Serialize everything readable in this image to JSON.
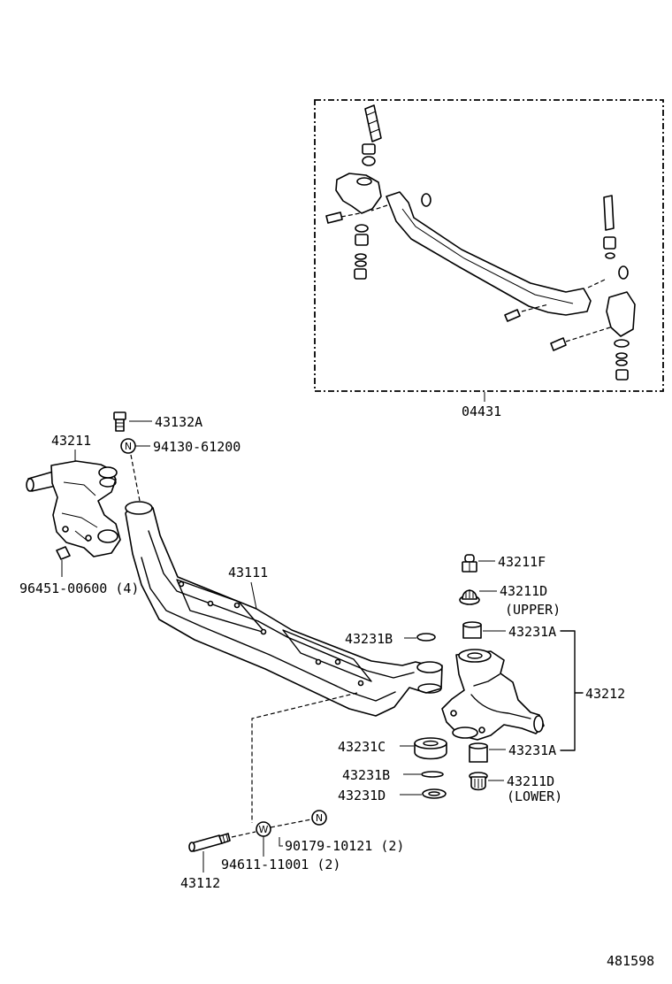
{
  "inset": {
    "assembly_label": "04431"
  },
  "callouts": {
    "bolt_top": "43132A",
    "knuckle_left": "43211",
    "nut_top": "94130-61200",
    "nut_top_mark": "N",
    "bolt_left": "96451-00600 (4)",
    "beam": "43111",
    "fitting": "43211F",
    "cap_upper": "43211D",
    "cap_upper_note": "(UPPER)",
    "shim_upper": "43231B",
    "bushing_upper": "43231A",
    "knuckle_right": "43212",
    "bearing": "43231C",
    "bushing_lower": "43231A",
    "shim_lower": "43231B",
    "washer": "43231D",
    "cap_lower": "43211D",
    "cap_lower_note": "(LOWER)",
    "nut_pin": "90179-10121 (2)",
    "nut_pin_mark": "N",
    "washer_pin": "94611-11001 (2)",
    "washer_pin_mark": "W",
    "pin": "43112"
  },
  "figure_number": "481598"
}
